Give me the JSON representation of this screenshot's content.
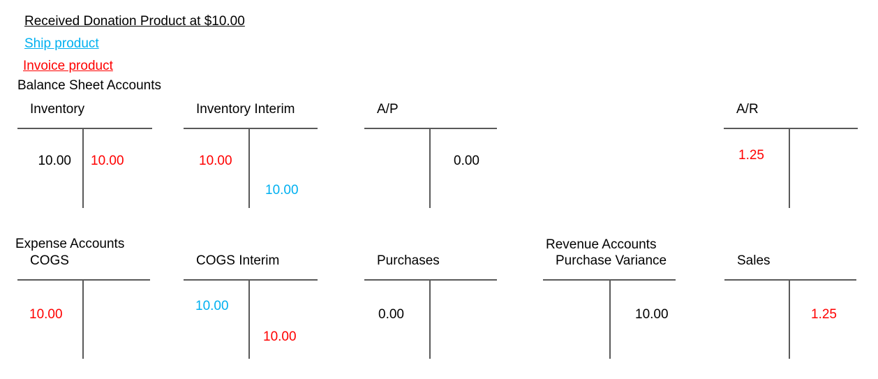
{
  "colors": {
    "black": "#000000",
    "blue": "#00B0F0",
    "red": "#FF0000",
    "line": "#595959"
  },
  "legend": {
    "title": "Received Donation Product at $10.00",
    "title_color": "#000000",
    "items": [
      {
        "label": "Ship product",
        "color": "#00B0F0"
      },
      {
        "label": "Invoice product",
        "color": "#FF0000"
      }
    ]
  },
  "sections": {
    "balance_sheet": {
      "label": "Balance Sheet Accounts"
    },
    "expense": {
      "label": "Expense Accounts"
    },
    "revenue": {
      "label": "Revenue Accounts"
    }
  },
  "accounts": {
    "inventory": {
      "title": "Inventory",
      "section": "Balance Sheet Accounts",
      "entries": [
        {
          "side": "debit",
          "value": "10.00",
          "color": "#000000"
        },
        {
          "side": "credit",
          "value": "10.00",
          "color": "#FF0000"
        }
      ]
    },
    "inventory_interim": {
      "title": "Inventory Interim",
      "section": "Balance Sheet Accounts",
      "entries": [
        {
          "side": "debit",
          "value": "10.00",
          "color": "#FF0000"
        },
        {
          "side": "credit",
          "value": "10.00",
          "color": "#00B0F0"
        }
      ]
    },
    "accounts_payable": {
      "title": "A/P",
      "section": "Balance Sheet Accounts",
      "entries": [
        {
          "side": "credit",
          "value": "0.00",
          "color": "#000000"
        }
      ]
    },
    "accounts_receivable": {
      "title": "A/R",
      "section": "Balance Sheet Accounts",
      "entries": [
        {
          "side": "debit",
          "value": "1.25",
          "color": "#FF0000"
        }
      ]
    },
    "cogs": {
      "title": "COGS",
      "section": "Expense Accounts",
      "entries": [
        {
          "side": "debit",
          "value": "10.00",
          "color": "#FF0000"
        }
      ]
    },
    "cogs_interim": {
      "title": "COGS Interim",
      "section": "Expense Accounts",
      "entries": [
        {
          "side": "debit",
          "value": "10.00",
          "color": "#00B0F0"
        },
        {
          "side": "credit",
          "value": "10.00",
          "color": "#FF0000"
        }
      ]
    },
    "purchases": {
      "title": "Purchases",
      "section": "Expense Accounts",
      "entries": [
        {
          "side": "debit",
          "value": "0.00",
          "color": "#000000"
        }
      ]
    },
    "purchase_variance": {
      "title": "Purchase Variance",
      "section": "Revenue Accounts",
      "entries": [
        {
          "side": "credit",
          "value": "10.00",
          "color": "#000000"
        }
      ]
    },
    "sales": {
      "title": "Sales",
      "section": "Revenue Accounts",
      "entries": [
        {
          "side": "credit",
          "value": "1.25",
          "color": "#FF0000"
        }
      ]
    }
  }
}
